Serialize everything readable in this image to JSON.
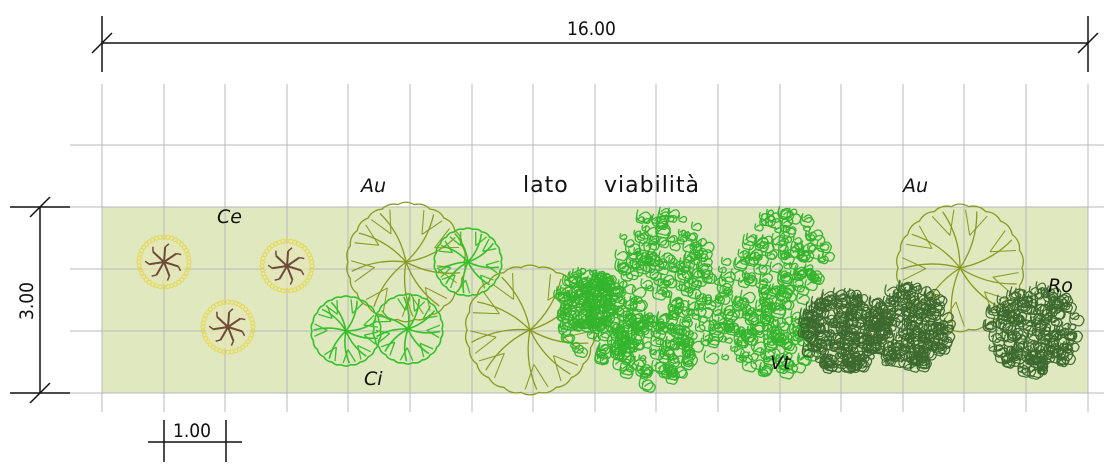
{
  "dimensions": {
    "length": "16.00",
    "width": "3.00",
    "grid_step": "1.00"
  },
  "heading": {
    "word1": "lato",
    "word2": "viabilità"
  },
  "species_labels": {
    "ce": "Ce",
    "ci": "Ci",
    "au_left": "Au",
    "au_right": "Au",
    "vt": "Vt",
    "ro": "Ro"
  },
  "colors": {
    "bed_fill": "#dfe8bf",
    "grid": "#b9b9b9",
    "dim_line": "#111111",
    "au_tree": "#8a9a1e",
    "ci_tree": "#35c12a",
    "vt_shrub": "#34b52d",
    "ro_shrub": "#3d6a2f",
    "ce_twigs": "#6e4a3a",
    "ce_halo": "#e8d84a"
  }
}
